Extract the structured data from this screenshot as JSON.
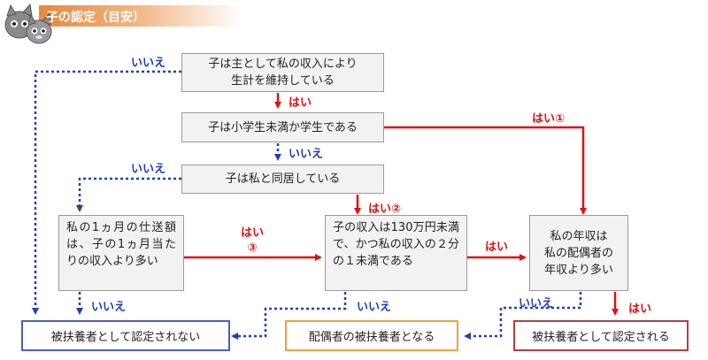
{
  "header": {
    "title": "子の認定（目安）"
  },
  "nodes": {
    "q1": "子は主として私の収入により\n生計を維持している",
    "q2": "子は小学生未満か学生である",
    "q3": "子は私と同居している",
    "q4": "私の1ヵ月の仕送額は、子の1ヵ月当たりの収入より多い",
    "q5": "子の収入は130万円未満で、かつ私の収入の２分の１未満である",
    "q6": "私の年収は\n私の配偶者の\n年収より多い",
    "end_not": "被扶養者として認定されない",
    "end_spouse": "配偶者の被扶養者となる",
    "end_yes": "被扶養者として認定される"
  },
  "labels": {
    "no_q1": "いいえ",
    "yes_q1": "はい",
    "yes1_q2": "はい①",
    "no_q2": "いいえ",
    "no_q3": "いいえ",
    "yes2_q3": "はい②",
    "yes3_q4": "はい\n③",
    "no_q4": "いいえ",
    "yes_q5": "はい",
    "no_q5": "いいえ",
    "no_q6": "いいえ",
    "yes_q6": "はい"
  },
  "colors": {
    "yes_arrow": "#e01010",
    "no_arrow": "#1f3fbf",
    "end_not_border": "#4a5fbf",
    "end_spouse_border": "#f0a040",
    "end_yes_border": "#b04040",
    "header": "#e58a3c"
  }
}
